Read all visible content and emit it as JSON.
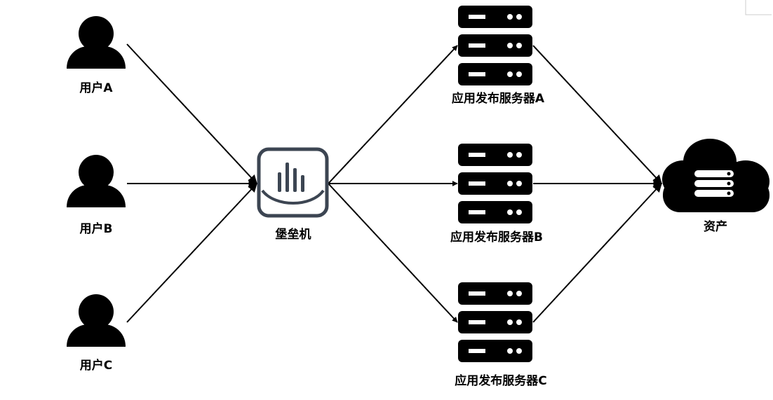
{
  "users": [
    {
      "label": "用户A"
    },
    {
      "label": "用户B"
    },
    {
      "label": "用户C"
    }
  ],
  "bastion": {
    "label": "堡垒机",
    "icon": "bar-chart-icon"
  },
  "servers": [
    {
      "label": "应用发布服务器A"
    },
    {
      "label": "应用发布服务器B"
    },
    {
      "label": "应用发布服务器C"
    }
  ],
  "asset": {
    "label": "资产",
    "icon": "cloud-server-icon"
  },
  "colors": {
    "stroke": "#000000",
    "fill": "#000000",
    "background": "#ffffff",
    "bastion_border": "#3c4552"
  }
}
